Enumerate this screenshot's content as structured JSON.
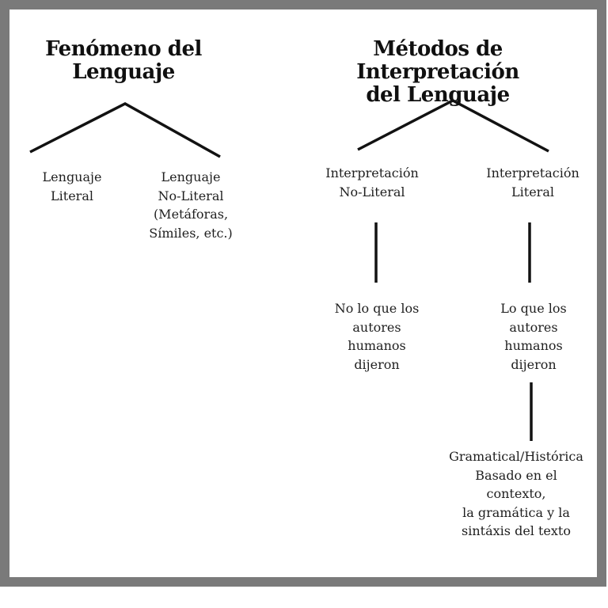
{
  "colors": {
    "frame_border": "#7a7a7a",
    "line": "#121212",
    "text": "#1f1f1f",
    "title": "#101010",
    "background": "#ffffff"
  },
  "left_tree": {
    "title": "Fenómeno del\nLenguaje",
    "children": [
      {
        "label": "Lenguaje\nLiteral"
      },
      {
        "label": "Lenguaje\nNo-Literal\n(Metáforas,\nSímiles, etc.)"
      }
    ]
  },
  "right_tree": {
    "title": "Métodos de Interpretación\ndel Lenguaje",
    "children": [
      {
        "label": "Interpretación\nNo-Literal",
        "child": {
          "label": "No lo que los\nautores\nhumanos\ndijeron"
        }
      },
      {
        "label": "Interpretación\nLiteral",
        "child": {
          "label": "Lo que los\nautores\nhumanos\ndijeron",
          "child": {
            "label": "Gramatical/Histórica\nBasado en el contexto,\nla gramática y la\nsintáxis del texto"
          }
        }
      }
    ]
  }
}
